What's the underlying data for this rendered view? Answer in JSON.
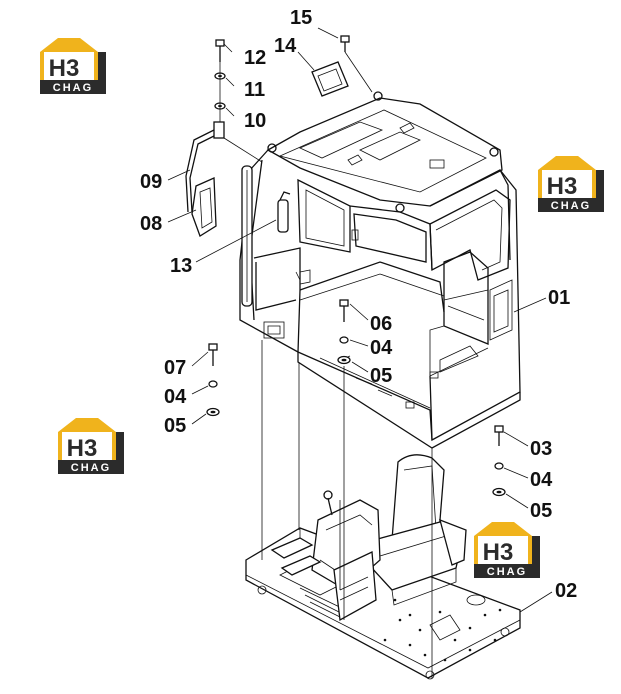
{
  "logo": {
    "mark": "H3",
    "word": "CHAG",
    "colors": {
      "gold": "#f0b31c",
      "dark": "#2b2b2b",
      "white": "#ffffff"
    }
  },
  "callouts": {
    "c01": "01",
    "c02": "02",
    "c03": "03",
    "c04a": "04",
    "c04b": "04",
    "c04c": "04",
    "c05a": "05",
    "c05b": "05",
    "c05c": "05",
    "c06": "06",
    "c07": "07",
    "c08": "08",
    "c09": "09",
    "c10": "10",
    "c11": "11",
    "c12": "12",
    "c13": "13",
    "c14": "14",
    "c15": "15"
  }
}
